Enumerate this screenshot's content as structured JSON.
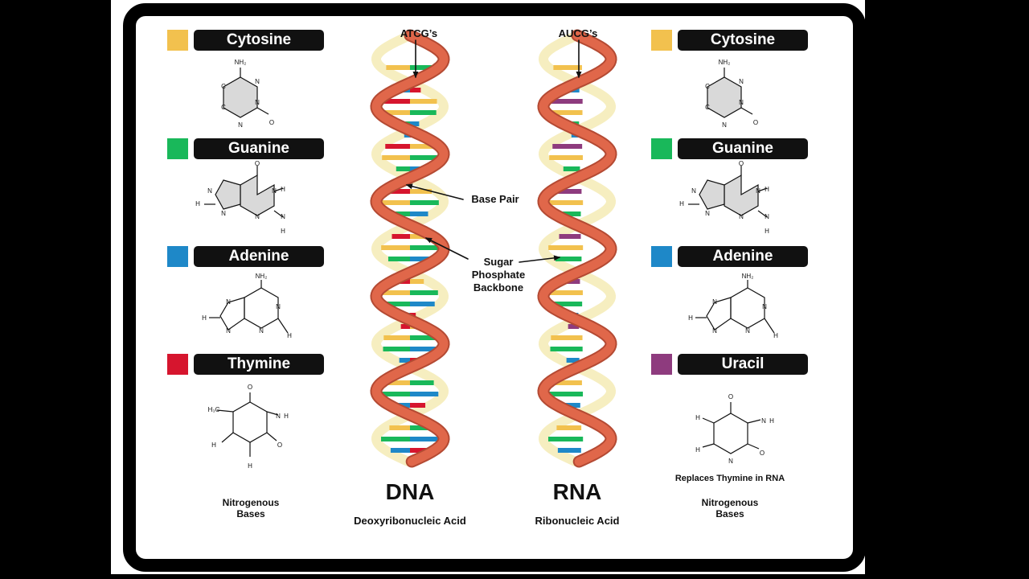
{
  "left_panel": {
    "bases": [
      {
        "name": "Cytosine",
        "color": "#f2c14e"
      },
      {
        "name": "Guanine",
        "color": "#19b85a"
      },
      {
        "name": "Adenine",
        "color": "#1e88c8"
      },
      {
        "name": "Thymine",
        "color": "#d6152e"
      }
    ],
    "caption": [
      "Nitrogenous",
      "Bases"
    ]
  },
  "right_panel": {
    "bases": [
      {
        "name": "Cytosine",
        "color": "#f2c14e"
      },
      {
        "name": "Guanine",
        "color": "#19b85a"
      },
      {
        "name": "Adenine",
        "color": "#1e88c8"
      },
      {
        "name": "Uracil",
        "color": "#8e3b7e"
      }
    ],
    "note": "Replaces Thymine in RNA",
    "caption": [
      "Nitrogenous",
      "Bases"
    ]
  },
  "dna": {
    "title": "DNA",
    "subtitle": "Deoxyribonucleic Acid",
    "top_label": "ATCG’s"
  },
  "rna": {
    "title": "RNA",
    "subtitle": "Ribonucleic Acid",
    "top_label": "AUCG’s"
  },
  "annotations": {
    "base_pair": "Base Pair",
    "backbone": [
      "Sugar",
      "Phosphate",
      "Backbone"
    ]
  },
  "molecule_atoms": {
    "nh2": "NH₂",
    "n": "N",
    "c": "C",
    "o": "O",
    "h": "H",
    "h3c": "H₃C"
  },
  "colors": {
    "backbone": "#e0674a",
    "backbone_dark": "#b44a33",
    "inner_strand": "#f6eec0"
  }
}
